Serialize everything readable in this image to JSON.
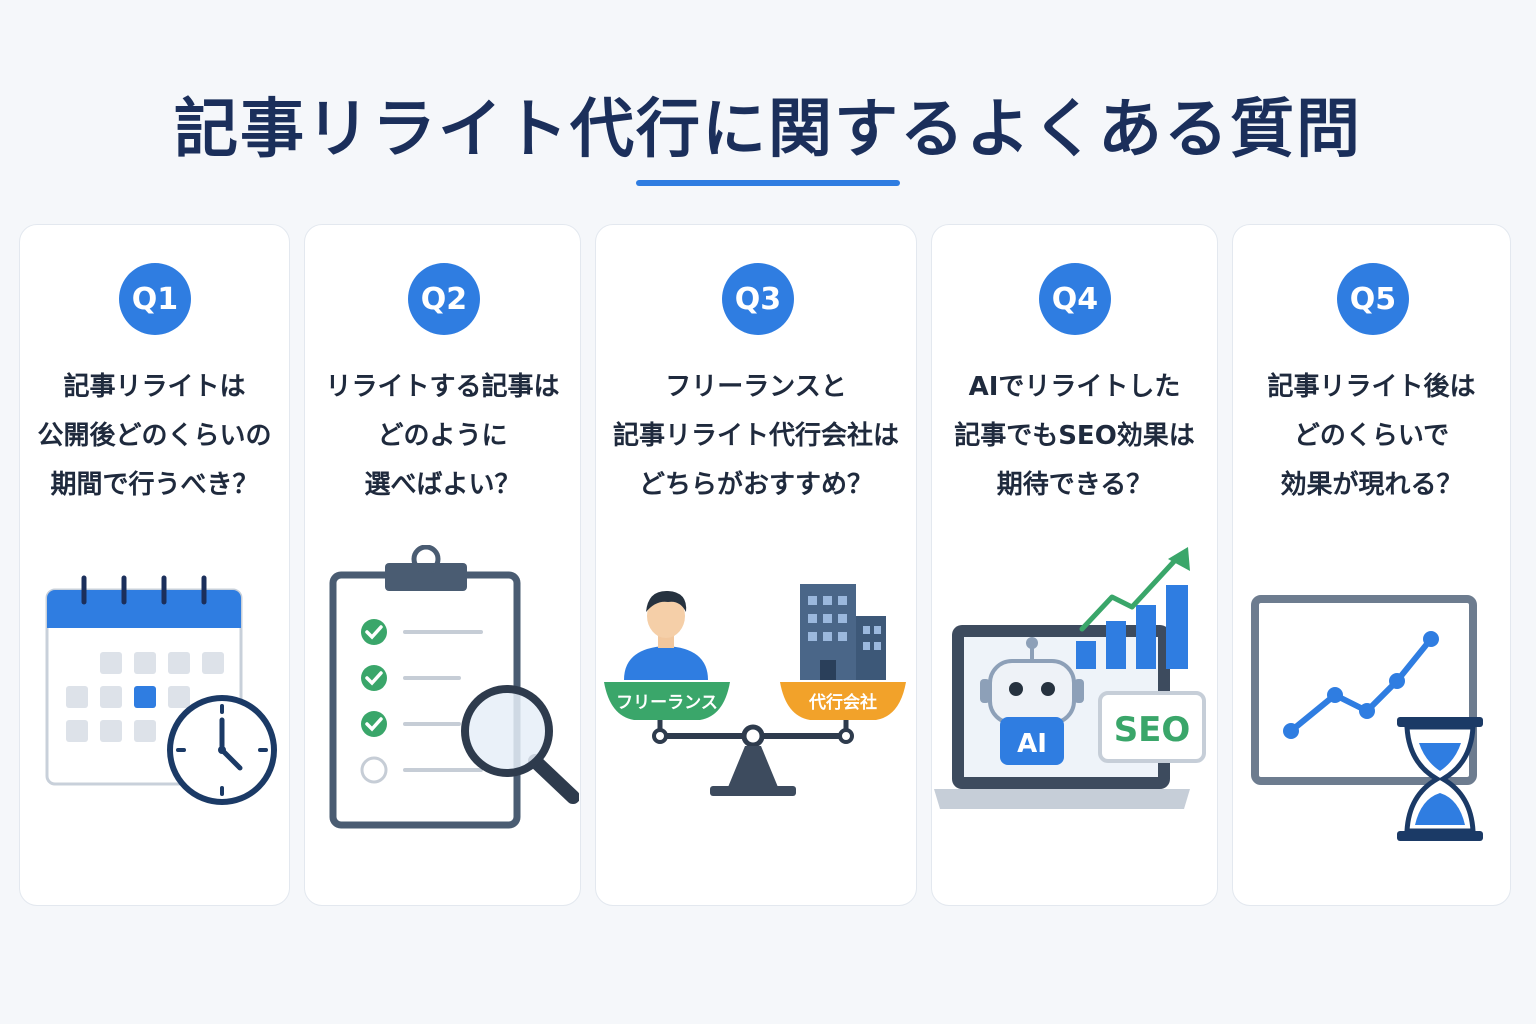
{
  "title": "記事リライト代行に関するよくある質問",
  "colors": {
    "accent": "#2f7de1",
    "title": "#1b2f5b",
    "text": "#1f2a3d",
    "green": "#3aa66a",
    "orange": "#f2a22a"
  },
  "cards": [
    {
      "badge": "Q1",
      "lines": [
        "記事リライトは",
        "公開後どのくらいの",
        "期間で行うべき？"
      ],
      "icon": "calendar-clock-icon"
    },
    {
      "badge": "Q2",
      "lines": [
        "リライトする記事は",
        "どのように",
        "選べばよい？"
      ],
      "icon": "clipboard-magnifier-icon"
    },
    {
      "badge": "Q3",
      "lines": [
        "フリーランスと",
        "記事リライト代行会社は",
        "どちらがおすすめ？"
      ],
      "icon": "balance-scale-icon",
      "labels": {
        "freelance": "フリーランス",
        "agency": "代行会社"
      }
    },
    {
      "badge": "Q4",
      "lines": [
        "AIでリライトした",
        "記事でもSEO効果は",
        "期待できる？"
      ],
      "icon": "ai-seo-laptop-icon",
      "labels": {
        "ai": "AI",
        "seo": "SEO"
      }
    },
    {
      "badge": "Q5",
      "lines": [
        "記事リライト後は",
        "どのくらいで",
        "効果が現れる？"
      ],
      "icon": "chart-hourglass-icon"
    }
  ]
}
